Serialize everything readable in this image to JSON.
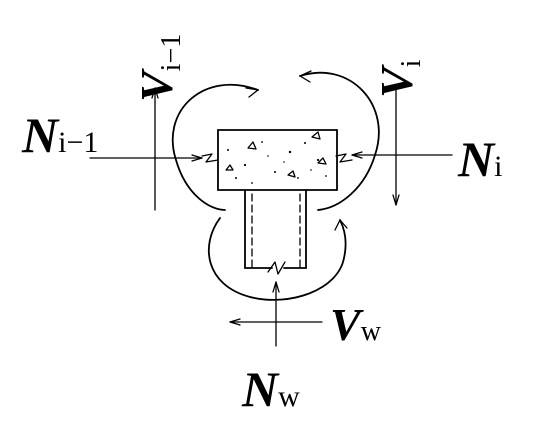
{
  "labels": {
    "v_left": {
      "main": "V",
      "sub": "i−1"
    },
    "v_right": {
      "main": "V",
      "sub": "i"
    },
    "n_left": {
      "main": "N",
      "sub": "i−1"
    },
    "n_right": {
      "main": "N",
      "sub": "i"
    },
    "v_bottom": {
      "main": "V",
      "sub": "w"
    },
    "n_bottom": {
      "main": "N",
      "sub": "w"
    }
  },
  "colors": {
    "ink": "#000000",
    "background": "#ffffff"
  }
}
